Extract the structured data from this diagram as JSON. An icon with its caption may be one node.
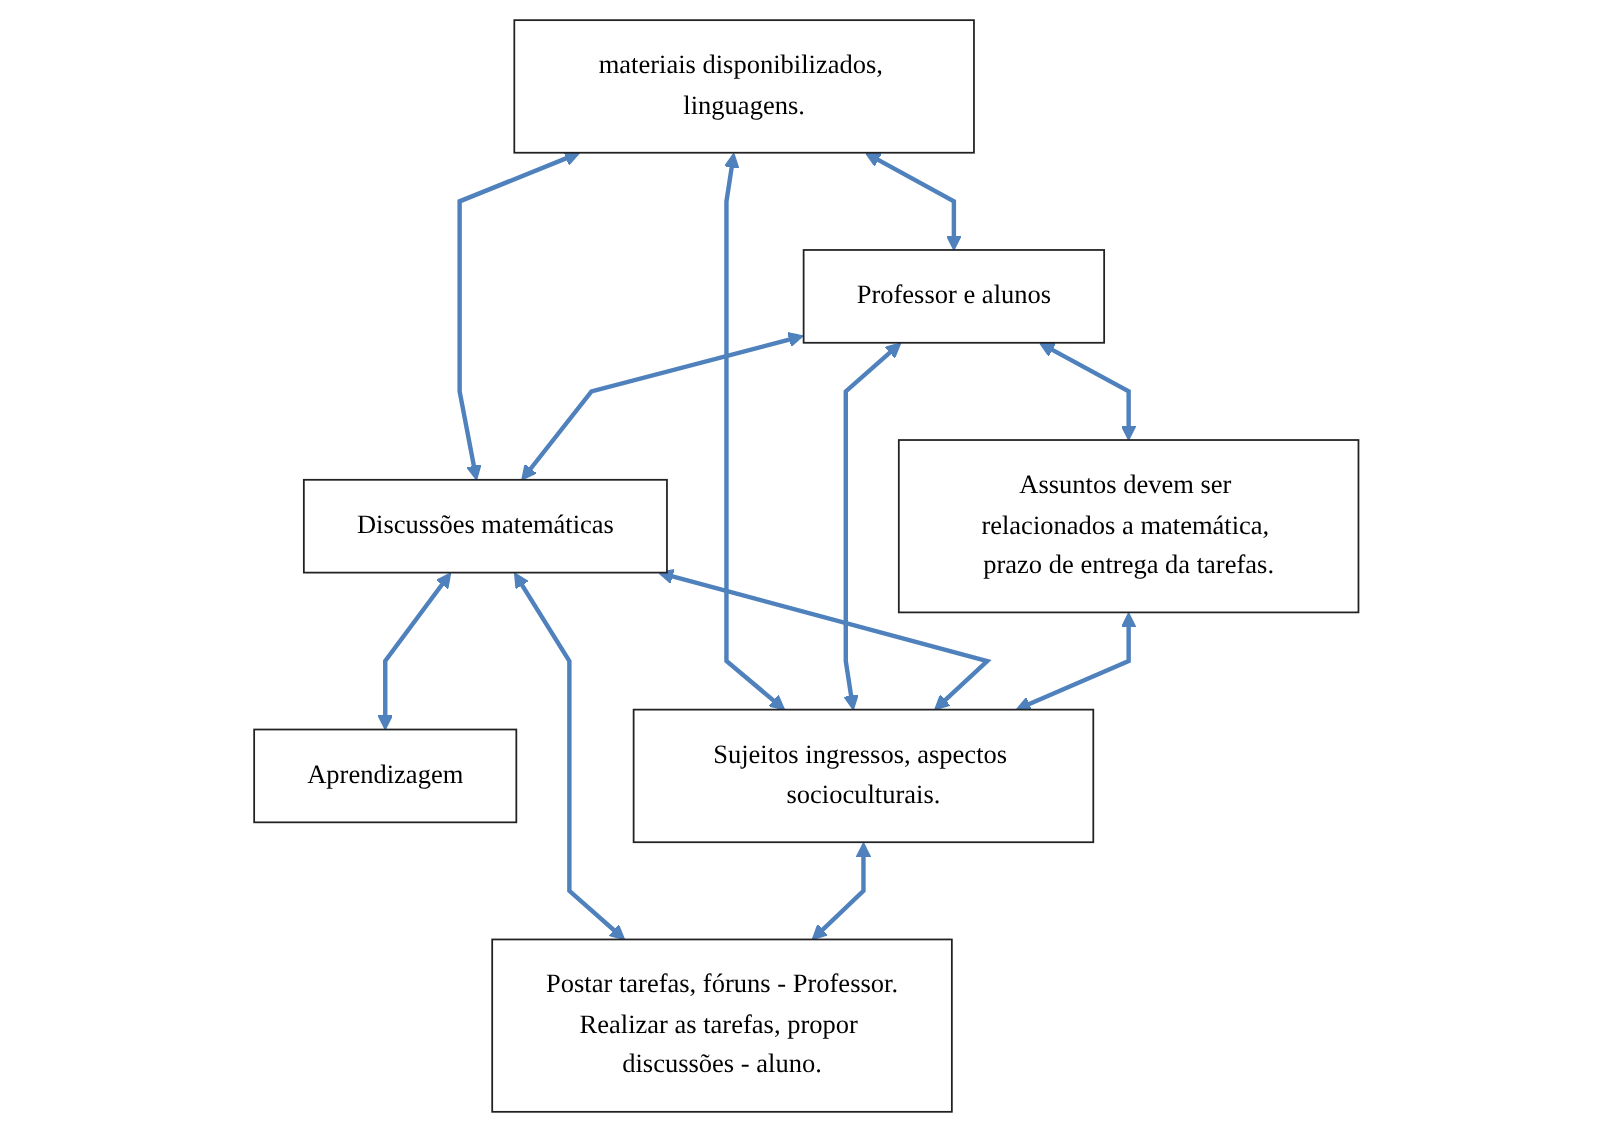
{
  "diagram": {
    "nodes": [
      {
        "text": [
          "materiais disponibilizados, linguagens."
        ]
      },
      {
        "text": [
          "Professor e alunos"
        ]
      },
      {
        "text": [
          "Discussões matemáticas"
        ]
      },
      {
        "text": [
          "Aprendizagem"
        ]
      },
      {
        "text": [
          "Assuntos devem ser relacionados a matemática, prazo de entrega da tarefas."
        ]
      },
      {
        "text": [
          "Sujeitos ingressos, aspectos socioculturais."
        ]
      },
      {
        "text": [
          "Postar tarefas, fóruns - Professor.",
          "Realizar as tarefas, propor discussões - aluno."
        ]
      }
    ],
    "edges": [
      {
        "from": 0,
        "to": 1,
        "arrow": "both"
      },
      {
        "from": 0,
        "to": 2,
        "arrow": "both"
      },
      {
        "from": 0,
        "to": 5,
        "arrow": "both"
      },
      {
        "from": 1,
        "to": 2,
        "arrow": "both"
      },
      {
        "from": 2,
        "to": 3,
        "arrow": "both"
      },
      {
        "from": 1,
        "to": 4,
        "arrow": "both"
      },
      {
        "from": 1,
        "to": 5,
        "arrow": "both"
      },
      {
        "from": 2,
        "to": 5,
        "arrow": "both"
      },
      {
        "from": 2,
        "to": 6,
        "arrow": "both"
      },
      {
        "from": 4,
        "to": 5,
        "arrow": "both"
      },
      {
        "from": 5,
        "to": 6,
        "arrow": "both"
      }
    ]
  }
}
